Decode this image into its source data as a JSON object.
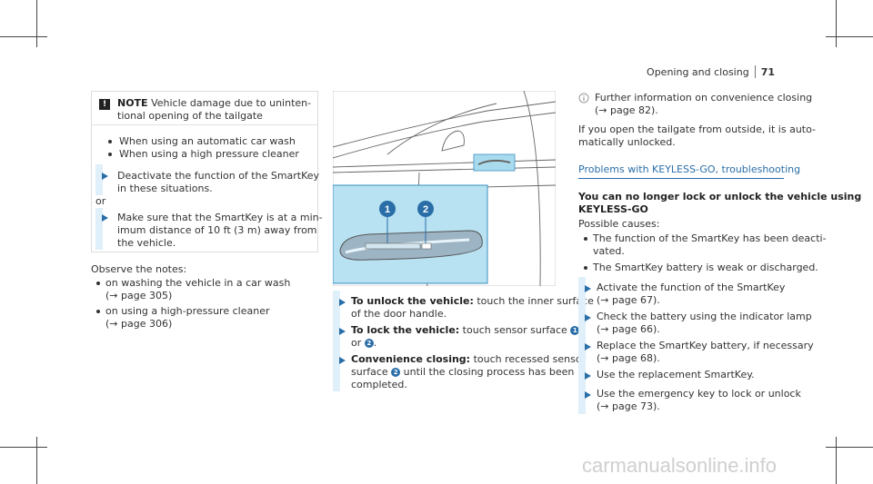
{
  "header": {
    "section": "Opening and closing",
    "page_number": "71"
  },
  "note": {
    "label": "NOTE",
    "title_line1": "Vehicle damage due to uninten-",
    "title_line2": "tional opening of the tailgate",
    "bullets": [
      "When using an automatic car wash",
      "When using a high pressure cleaner"
    ],
    "step1_line1": "Deactivate the function of the SmartKey",
    "step1_line2": "in these situations.",
    "or": "or",
    "step2_line1": "Make sure that the SmartKey is at a min-",
    "step2_line2": "imum distance of 10 ft (3 m) away from",
    "step2_line3": "the vehicle."
  },
  "left_notes": {
    "intro": "Observe the notes:",
    "item1_line1": "on washing the vehicle in a car wash",
    "item1_line2": "(→ page 305)",
    "item2_line1": "on using a high-pressure cleaner",
    "item2_line2": "(→ page 306)"
  },
  "figure": {
    "callout1": "1",
    "callout2": "2"
  },
  "middle_steps": [
    {
      "title": "To unlock the vehicle:",
      "line1_rest": " touch the inner surface",
      "line2": "of the door handle."
    },
    {
      "title": "To lock the vehicle:",
      "line1_rest": " touch sensor surface ",
      "line2_pre": "or ",
      "line2_post": "."
    },
    {
      "title": "Convenience closing:",
      "line1_rest": " touch recessed sensor",
      "line2_pre": "surface ",
      "line2_post": " until the closing process has been",
      "line3": "completed."
    }
  ],
  "right": {
    "info_line1": "Further information on convenience closing",
    "info_line2": "(→ page 82).",
    "tail_line1": "If you open the tailgate from outside, it is auto-",
    "tail_line2": "matically unlocked.",
    "link_heading": "Problems with KEYLESS-GO, troubleshooting",
    "sub_heading1": "You can no longer lock or unlock the vehicle using",
    "sub_heading2": "KEYLESS-GO",
    "causes": "Possible causes:",
    "cause1_line1": "The function of the SmartKey has been deacti-",
    "cause1_line2": "vated.",
    "cause2": "The SmartKey battery is weak or discharged.",
    "steps": [
      {
        "l1": "Activate the function of the SmartKey",
        "l2": "(→ page 67)."
      },
      {
        "l1": "Check the battery using the indicator lamp",
        "l2": "(→ page 66)."
      },
      {
        "l1": "Replace the SmartKey battery, if necessary",
        "l2": "(→ page 68)."
      },
      {
        "l1": "Use the replacement SmartKey.",
        "l2": ""
      },
      {
        "l1": "Use the emergency key to lock or unlock",
        "l2": "(→ page 73)."
      }
    ]
  },
  "watermark": "carmanualsonline.info"
}
